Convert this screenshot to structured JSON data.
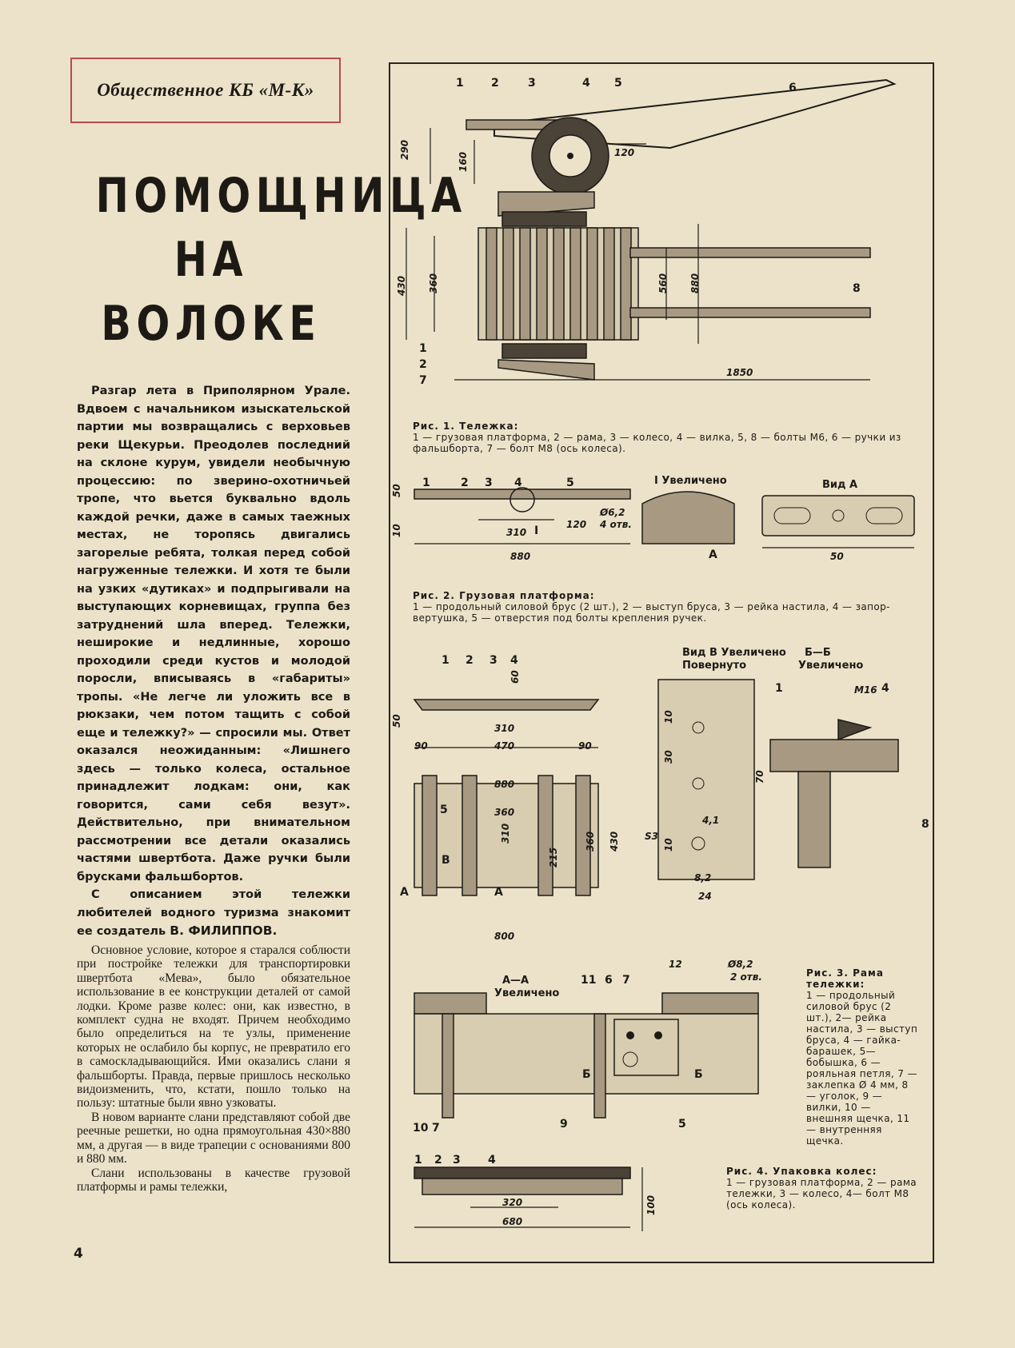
{
  "rubric": "Общественное КБ «М-К»",
  "title": {
    "line1": "ПОМОЩНИЦА",
    "line2": "НА",
    "line3": "ВОЛОКЕ"
  },
  "lead": {
    "p1": "Разгар лета в Приполярном Урале. Вдвоем с начальником изыскательской партии мы возвращались с верховьев реки Щекурьи. Преодолев последний на склоне курум, увидели необычную процессию: по зверино-охотничьей тропе, что вьется буквально вдоль каждой речки, даже в самых таежных местах, не торопясь двигались загорелые ребята, толкая перед собой нагруженные тележки. И хотя те были на узких «дутиках» и подпрыгивали на выступающих корневищах, группа без затруднений шла вперед. Тележки, неширокие и недлинные, хорошо проходили среди кустов и молодой поросли, вписываясь в «габариты» тропы. «Не легче ли уложить все в рюкзаки, чем потом тащить с собой еще и тележку?» — спросили мы. Ответ оказался неожиданным: «Лишнего здесь — только колеса, остальное принадлежит лодкам: они, как говорится, сами себя везут». Действительно, при внимательном рассмотрении все детали оказались частями швертбота. Даже ручки были брусками фальшбортов.",
    "p2": "С описанием этой тележки любителей водного туризма знакомит ее создатель",
    "author": "В. ФИЛИППОВ."
  },
  "body": {
    "p1": "Основное условие, которое я старался соблюсти при постройке тележки для транспортировки швертбота «Мева», было обязательное использование в ее конструкции деталей от самой лодки. Кроме разве колес: они, как известно, в комплект судна не входят. Причем необходимо было определиться на те узлы, применение которых не ослабило бы корпус, не превратило его в самоскладывающийся. Ими оказались слани я фальшборты. Правда, первые пришлось несколько видоизменить, что, кстати, пошло только на пользу: штатные были явно узковаты.",
    "p2": "В новом варианте слани представляют собой две реечные решетки, но одна прямоугольная 430×880 мм, а другая — в виде трапеции с основаниями 800 и 880 мм.",
    "p3": "Слани использованы в качестве грузовой платформы и рамы тележки,"
  },
  "page_number": "4",
  "fig1": {
    "caption_title": "Рис. 1. Тележка:",
    "caption_text": "1 — грузовая платформа, 2 — рама, 3 — колесо, 4 — вилка, 5, 8 — болты М6, 6 — ручки из фальшборта, 7 — болт М8 (ось колеса).",
    "labels": [
      "1",
      "2",
      "3",
      "4",
      "5",
      "6",
      "8",
      "1",
      "2",
      "7"
    ],
    "dims": [
      "290",
      "160",
      "120",
      "430",
      "360",
      "560",
      "880",
      "1850"
    ]
  },
  "fig2": {
    "caption_title": "Рис. 2. Грузовая платформа:",
    "caption_text": "1 — продольный силовой брус (2 шт.), 2 — выступ бруса, 3 — рейка настила, 4 — запор-вертушка, 5 — отверстия под болты крепления ручек.",
    "labels": [
      "1",
      "2",
      "3",
      "4",
      "5",
      "I"
    ],
    "dims": [
      "50",
      "10",
      "310",
      "120",
      "880",
      "Ø6,2",
      "4 отв.",
      "50"
    ],
    "detail_title": "I Увеличено",
    "view_title": "Вид А",
    "arrow_label": "А"
  },
  "fig3": {
    "caption_title": "Рис. 3. Рама тележки:",
    "caption_text": "1 — продольный силовой брус (2 шт.), 2— рейка настила, 3 — выступ бруса, 4 — гайка-барашек, 5— бобышка, 6 — рояльная петля, 7 — заклепка Ø 4 мм, 8 — уголок, 9 — вилки, 10 — внешняя щечка, 11 — внутренняя щечка.",
    "labels": [
      "1",
      "2",
      "3",
      "4",
      "5",
      "1",
      "4",
      "8"
    ],
    "dims": [
      "60",
      "50",
      "310",
      "90",
      "470",
      "90",
      "880",
      "360",
      "310",
      "215",
      "360",
      "430",
      "800",
      "10",
      "30",
      "70",
      "10",
      "S3",
      "4,1",
      "8,2",
      "24",
      "M16"
    ],
    "view_b_title": "Вид В Увеличено",
    "view_b_sub": "Повернуто",
    "section_bb_title": "Б—Б",
    "section_bb_sub": "Увеличено",
    "section_aa_title": "А—А",
    "section_aa_sub": "Увеличено",
    "section_labels": [
      "11",
      "6",
      "7",
      "10",
      "7",
      "9",
      "5",
      "Б",
      "Б"
    ],
    "section_dims": [
      "12",
      "Ø8,2",
      "2 отв."
    ],
    "markers": [
      "А",
      "В",
      "А"
    ]
  },
  "fig4": {
    "caption_title": "Рис. 4. Упаковка колес:",
    "caption_text": "1 — грузовая платформа, 2 — рама тележки, 3 — колесо, 4— болт М8 (ось колеса).",
    "labels": [
      "1",
      "2",
      "3",
      "4"
    ],
    "dims": [
      "320",
      "680",
      "100"
    ]
  }
}
